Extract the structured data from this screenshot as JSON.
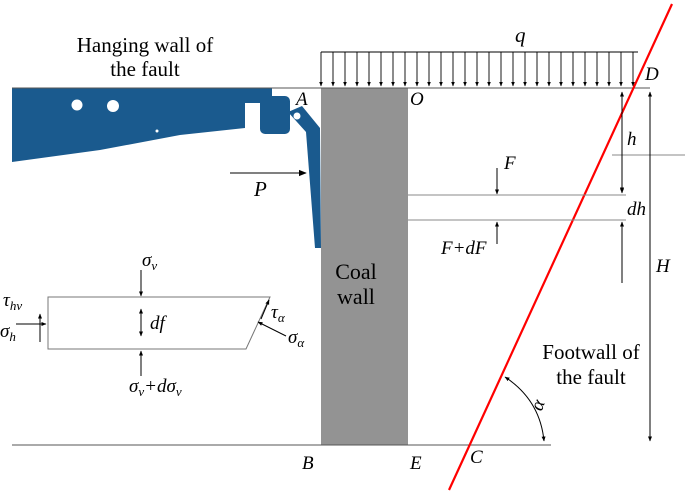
{
  "labels": {
    "hanging_wall_line1": "Hanging wall of",
    "hanging_wall_line2": "the fault",
    "footwall_line1": "Footwall of",
    "footwall_line2": "the fault",
    "coal_wall_line1": "Coal",
    "coal_wall_line2": "wall",
    "point_A": "A",
    "point_O": "O",
    "point_D": "D",
    "point_B": "B",
    "point_E": "E",
    "point_C": "C",
    "load_q": "q",
    "force_P": "P",
    "force_F": "F",
    "force_F_dF": "F+dF",
    "dim_h": "h",
    "dim_dh": "dh",
    "dim_H": "H",
    "angle_alpha": "α",
    "sigma_v": "σ",
    "sigma_v_sub": "v",
    "sigma_v_d": "σ",
    "sigma_v_d_sub": "v",
    "sigma_v_d_plus": "+dσ",
    "sigma_v_d_sub2": "v",
    "df": "df",
    "tau_hv": "τ",
    "tau_hv_sub": "hv",
    "sigma_h": "σ",
    "sigma_h_sub": "h",
    "tau_alpha": "τ",
    "tau_alpha_sub": "α",
    "sigma_alpha": "σ",
    "sigma_alpha_sub": "α"
  },
  "colors": {
    "support": "#1a5a8e",
    "coal_wall": "#939393",
    "fault_line": "#ff0000",
    "line": "#000000"
  },
  "icons": {
    "support": "hydraulic-support",
    "load": "distributed-load-arrows"
  }
}
